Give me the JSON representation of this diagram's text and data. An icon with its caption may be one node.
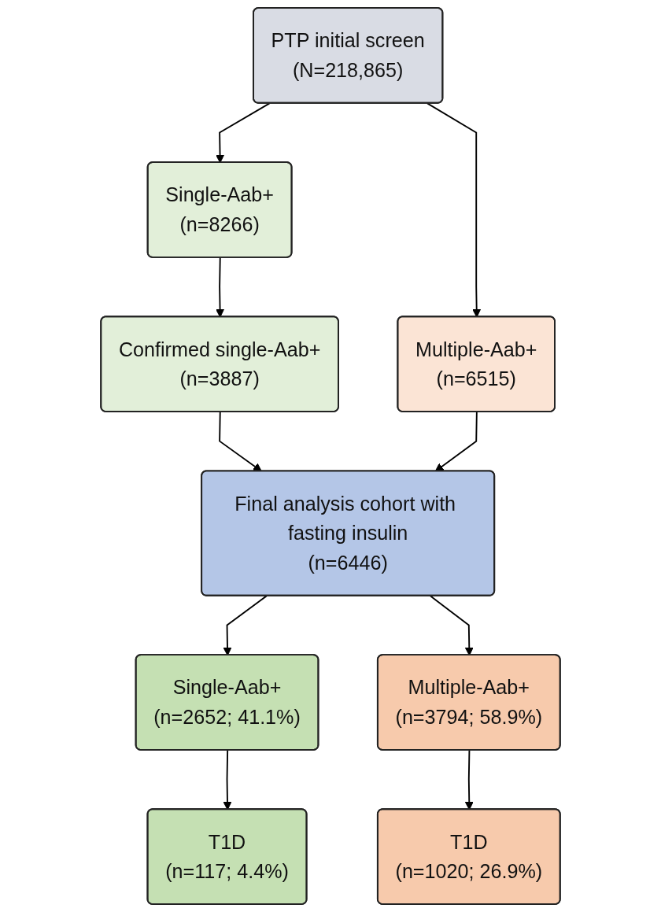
{
  "diagram": {
    "nodes": [
      {
        "text": [
          "PTP initial screen",
          "(N=218,865)"
        ]
      },
      {
        "text": [
          "Single-Aab+",
          "(n=8266)"
        ]
      },
      {
        "text": [
          "Multiple-Aab+",
          "(n=6515)"
        ]
      },
      {
        "text": [
          "Confirmed single-Aab+",
          "(n=3887)"
        ]
      },
      {
        "text": [
          "Final analysis cohort with fasting insulin",
          "(n=6446)"
        ]
      },
      {
        "text": [
          "Single-Aab+",
          "(n=2652; 41.1%)"
        ]
      },
      {
        "text": [
          "Multiple-Aab+",
          "(n=3794; 58.9%)"
        ]
      },
      {
        "text": [
          "T1D",
          "(n=117; 4.4%)"
        ]
      },
      {
        "text": [
          "T1D",
          "(n=1020; 26.9%)"
        ]
      }
    ],
    "edges": [
      {
        "from": 0,
        "to": 1,
        "arrow": "to"
      },
      {
        "from": 0,
        "to": 2,
        "arrow": "to"
      },
      {
        "from": 1,
        "to": 3,
        "arrow": "to"
      },
      {
        "from": 3,
        "to": 4,
        "arrow": "to"
      },
      {
        "from": 2,
        "to": 4,
        "arrow": "to"
      },
      {
        "from": 4,
        "to": 5,
        "arrow": "to"
      },
      {
        "from": 4,
        "to": 6,
        "arrow": "to"
      },
      {
        "from": 5,
        "to": 7,
        "arrow": "to"
      },
      {
        "from": 6,
        "to": 8,
        "arrow": "to"
      }
    ]
  }
}
